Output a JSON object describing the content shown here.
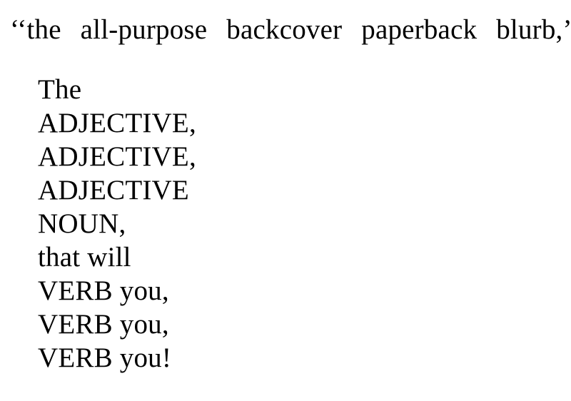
{
  "heading": "‘‘the all-purpose backcover paperback blurb,’’",
  "body": {
    "lines": [
      "The",
      "ADJECTIVE,",
      "ADJECTIVE,",
      "ADJECTIVE",
      "NOUN,",
      "that will",
      "VERB you,",
      "VERB you,",
      "VERB you!"
    ]
  }
}
